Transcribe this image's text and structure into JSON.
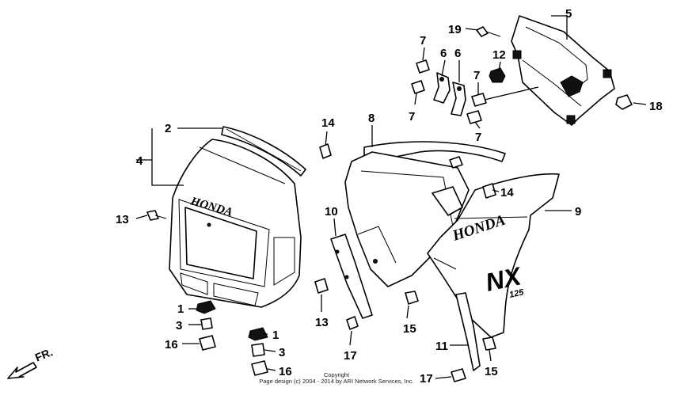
{
  "callouts": {
    "c1a": "1",
    "c1b": "1",
    "c2": "2",
    "c3a": "3",
    "c3b": "3",
    "c4": "4",
    "c5": "5",
    "c6a": "6",
    "c6b": "6",
    "c7a": "7",
    "c7b": "7",
    "c7c": "7",
    "c7d": "7",
    "c8": "8",
    "c9": "9",
    "c10": "10",
    "c11": "11",
    "c12": "12",
    "c13a": "13",
    "c13b": "13",
    "c14a": "14",
    "c14b": "14",
    "c15a": "15",
    "c15b": "15",
    "c16a": "16",
    "c16b": "16",
    "c17a": "17",
    "c17b": "17",
    "c18": "18",
    "c19": "19"
  },
  "decals": {
    "brand_left": "HONDA",
    "brand_right": "HONDA",
    "model": "NX",
    "displacement": "125"
  },
  "direction_label": "FR.",
  "footer": {
    "line1": "Copyright",
    "line2": "Page design (c) 2004 - 2014 by ARI Network Services, Inc."
  }
}
